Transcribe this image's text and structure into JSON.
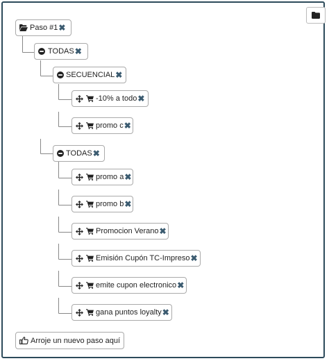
{
  "toolbar": {
    "folder_icon": "folder-icon"
  },
  "tree": {
    "root": {
      "label": "Paso #1",
      "icon": "folder-open-icon",
      "remove": "✖"
    },
    "group_todas": {
      "label": "TODAS",
      "icon": "minus-circle-icon",
      "remove": "✖"
    },
    "group_secuencial": {
      "label": "SECUENCIAL",
      "icon": "minus-circle-icon",
      "remove": "✖"
    },
    "secuencial_items": [
      {
        "label": "-10% a todo",
        "remove": "✖"
      },
      {
        "label": "promo c",
        "remove": "✖"
      }
    ],
    "group_todas_inner": {
      "label": "TODAS",
      "icon": "minus-circle-icon",
      "remove": "✖"
    },
    "todas_items": [
      {
        "label": "promo a",
        "remove": "✖"
      },
      {
        "label": "promo b",
        "remove": "✖"
      },
      {
        "label": "Promocion Verano",
        "remove": "✖"
      },
      {
        "label": "Emisión Cupón TC-Impreso",
        "remove": "✖"
      },
      {
        "label": "emite cupon electronico",
        "remove": "✖"
      },
      {
        "label": "gana puntos loyalty",
        "remove": "✖"
      }
    ],
    "item_icons": [
      "move-arrows-icon",
      "shopping-cart-icon"
    ]
  },
  "drop_zone": {
    "label": "Arroje un nuevo paso aquí",
    "icon": "thumbs-up-icon"
  }
}
